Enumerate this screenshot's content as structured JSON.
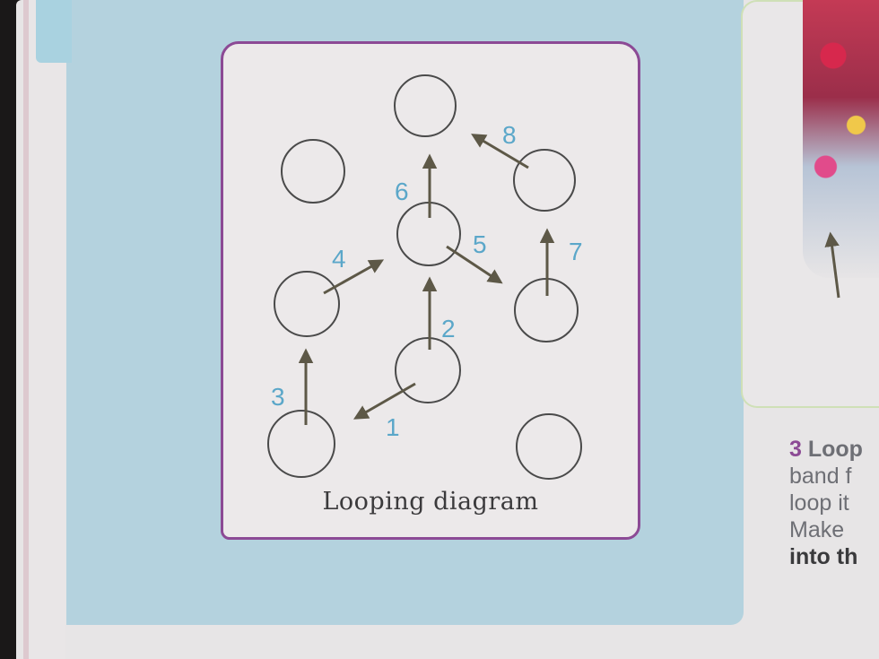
{
  "diagram": {
    "caption": "Looping diagram",
    "labels": [
      "1",
      "2",
      "3",
      "4",
      "5",
      "6",
      "7",
      "8"
    ],
    "colors": {
      "frame": "#8c4a95",
      "arrow": "#5d5847",
      "label": "#5ba7c9",
      "circle": "#4a4a4a"
    }
  },
  "side_step": {
    "number": "3",
    "lines": [
      "Loop",
      "band f",
      "loop it",
      "Make",
      "into th"
    ]
  }
}
